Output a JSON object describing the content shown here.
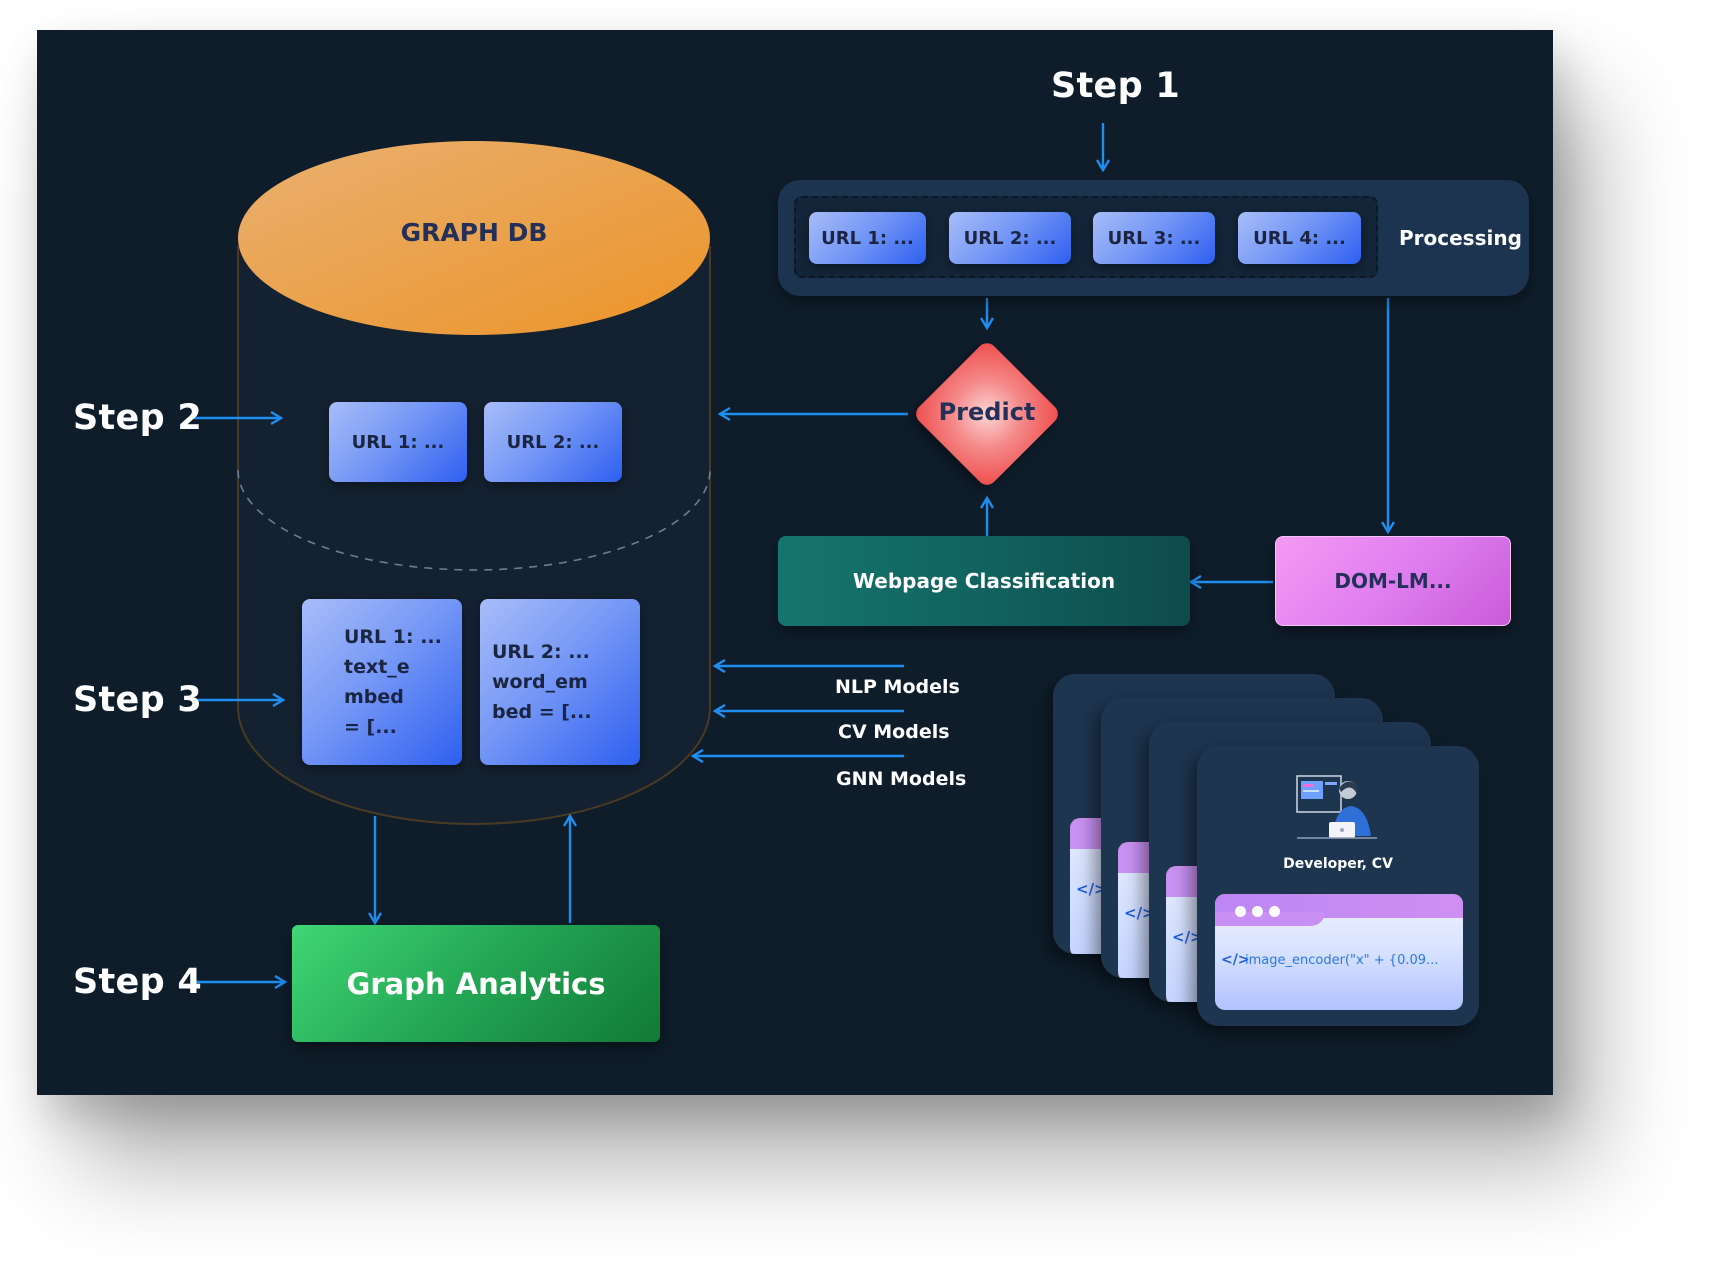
{
  "steps": {
    "step1": "Step 1",
    "step2": "Step 2",
    "step3": "Step 3",
    "step4": "Step 4"
  },
  "graph_db": {
    "title": "GRAPH DB",
    "step2_urls": [
      "URL 1: ...",
      "URL 2: ..."
    ],
    "embeddings": [
      "URL 1: ...\ntext_e\nmbed\n= [...",
      "URL 2: ...\nword_em\nbed = [..."
    ]
  },
  "processing": {
    "urls": [
      "URL 1: ...",
      "URL 2: ...",
      "URL 3: ...",
      "URL 4: ..."
    ],
    "label": "Processing"
  },
  "predict": "Predict",
  "webpage_classification": "Webpage Classification",
  "dom_lm": "DOM-LM...",
  "models": [
    "NLP Models",
    "CV Models",
    "GNN Models"
  ],
  "graph_analytics": "Graph Analytics",
  "developer_card": {
    "caption": "Developer, CV",
    "code": "image_encoder(\"x\" + {0.09...",
    "code_icon": "code-icon",
    "avatar_icon": "developer-illustration-icon"
  },
  "colors": {
    "background": "#0f1d2b",
    "connector": "#1e8ef0",
    "graph_db_top": "#eb9a3c",
    "predict": "#f26b6b",
    "classification": "#16756f",
    "dom_lm": "#e07ef0",
    "graph_analytics": "#20a050",
    "url_box": "#4a78f2"
  }
}
